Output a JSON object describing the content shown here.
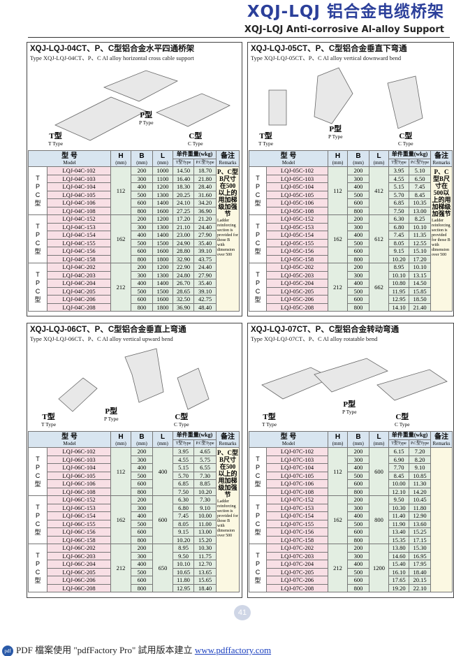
{
  "header": {
    "title_cn": "XQJ-LQJ 铝合金电缆桥架",
    "title_en": "XQJ-LQJ Anti-corrosive Al-alloy Support"
  },
  "table_header": {
    "model_cn": "型 号",
    "model_en": "Model",
    "h": "H",
    "b": "B",
    "l": "L",
    "mm": "(mm)",
    "weight": "单件重量(wkg)",
    "t_type": "T型Type",
    "pc_type": "P.C型Type",
    "remarks_cn": "备注",
    "remarks_en": "Remarks"
  },
  "type_letters": [
    "T",
    "P",
    "C",
    "型"
  ],
  "labels": {
    "p_cn": "P型",
    "p_en": "P Type",
    "t_cn": "T型",
    "t_en": "T Type",
    "c_cn": "C型",
    "c_en": "C Type"
  },
  "remarks": {
    "cn": "P、C型B尺寸在500以上的用加梯级加强节",
    "en": "Ladder reinforcing section is provided for those B with dimension over 500"
  },
  "panels": [
    {
      "title": "XQJ-LQJ-04CT、P、C型铝合金水平四通桥架",
      "subtitle": "Type XQJ-LQJ-04CT、P、C Al alloy horizontal cross cable support",
      "has_remarks": true,
      "groups": [
        {
          "H": "112",
          "rows": [
            [
              "LQJ-04C-102",
              "200",
              "1000",
              "14.50",
              "18.70"
            ],
            [
              "LQJ-04C-103",
              "300",
              "1100",
              "16.40",
              "21.80"
            ],
            [
              "LQJ-04C-104",
              "400",
              "1200",
              "18.30",
              "28.40"
            ],
            [
              "LQJ-04C-105",
              "500",
              "1300",
              "20.25",
              "31.60"
            ],
            [
              "LQJ-04C-106",
              "600",
              "1400",
              "24.10",
              "34.20"
            ],
            [
              "LQJ-04C-108",
              "800",
              "1600",
              "27.25",
              "36.90"
            ]
          ]
        },
        {
          "H": "162",
          "rows": [
            [
              "LQJ-04C-152",
              "200",
              "1200",
              "17.20",
              "21.20"
            ],
            [
              "LQJ-04C-153",
              "300",
              "1300",
              "21.10",
              "24.40"
            ],
            [
              "LQJ-04C-154",
              "400",
              "1400",
              "23.00",
              "27.90"
            ],
            [
              "LQJ-04C-155",
              "500",
              "1500",
              "24.90",
              "35.40"
            ],
            [
              "LQJ-04C-156",
              "600",
              "1600",
              "28.80",
              "39.10"
            ],
            [
              "LQJ-04C-158",
              "800",
              "1800",
              "32.90",
              "43.75"
            ]
          ]
        },
        {
          "H": "212",
          "rows": [
            [
              "LQJ-04C-202",
              "200",
              "1200",
              "22.90",
              "24.40"
            ],
            [
              "LQJ-04C-203",
              "300",
              "1300",
              "24.80",
              "27.90"
            ],
            [
              "LQJ-04C-204",
              "400",
              "1400",
              "26.70",
              "35.40"
            ],
            [
              "LQJ-04C-205",
              "500",
              "1500",
              "28.65",
              "39.10"
            ],
            [
              "LQJ-04C-206",
              "600",
              "1600",
              "32.50",
              "42.75"
            ],
            [
              "LQJ-04C-208",
              "800",
              "1800",
              "36.90",
              "48.40"
            ]
          ]
        }
      ]
    },
    {
      "title": "XQJ-LQJ-05CT、P、C型铝合金垂直下弯通",
      "subtitle": "Type XQJ-LQJ-05CT、P、C Al alloy vertical downward bend",
      "has_remarks": true,
      "groups": [
        {
          "H": "112",
          "L": "412",
          "rows": [
            [
              "LQJ-05C-102",
              "200",
              "3.95",
              "5.10"
            ],
            [
              "LQJ-05C-103",
              "300",
              "4.55",
              "6.50"
            ],
            [
              "LQJ-05C-104",
              "400",
              "5.15",
              "7.45"
            ],
            [
              "LQJ-05C-105",
              "500",
              "5.70",
              "8.45"
            ],
            [
              "LQJ-05C-106",
              "600",
              "6.85",
              "10.35"
            ],
            [
              "LQJ-05C-108",
              "800",
              "7.50",
              "13.00"
            ]
          ]
        },
        {
          "H": "162",
          "L": "612",
          "rows": [
            [
              "LQJ-05C-152",
              "200",
              "6.30",
              "8.25"
            ],
            [
              "LQJ-05C-153",
              "300",
              "6.80",
              "10.10"
            ],
            [
              "LQJ-05C-154",
              "400",
              "7.45",
              "11.35"
            ],
            [
              "LQJ-05C-155",
              "500",
              "8.05",
              "12.55"
            ],
            [
              "LQJ-05C-156",
              "600",
              "9.15",
              "15.10"
            ],
            [
              "LQJ-05C-158",
              "800",
              "10.20",
              "17.20"
            ]
          ]
        },
        {
          "H": "212",
          "L": "662",
          "rows": [
            [
              "LQJ-05C-202",
              "200",
              "8.95",
              "10.10"
            ],
            [
              "LQJ-05C-203",
              "300",
              "10.10",
              "13.15"
            ],
            [
              "LQJ-05C-204",
              "400",
              "10.80",
              "14.50"
            ],
            [
              "LQJ-05C-205",
              "500",
              "11.95",
              "15.85"
            ],
            [
              "LQJ-05C-206",
              "600",
              "12.95",
              "18.50"
            ],
            [
              "LQJ-05C-208",
              "800",
              "14.10",
              "21.40"
            ]
          ]
        }
      ]
    },
    {
      "title": "XQJ-LQJ-06CT、P、C型铝合金垂直上弯通",
      "subtitle": "Type XQJ-LQJ-06CT、P、C Al alloy vertical upward bend",
      "has_remarks": true,
      "groups": [
        {
          "H": "112",
          "L": "400",
          "rows": [
            [
              "LQJ-06C-102",
              "200",
              "3.95",
              "4.65"
            ],
            [
              "LQJ-06C-103",
              "300",
              "4.55",
              "5.75"
            ],
            [
              "LQJ-06C-104",
              "400",
              "5.15",
              "6.55"
            ],
            [
              "LQJ-06C-105",
              "500",
              "5.70",
              "7.30"
            ],
            [
              "LQJ-06C-106",
              "600",
              "6.85",
              "8.85"
            ],
            [
              "LQJ-06C-108",
              "800",
              "7.50",
              "10.20"
            ]
          ]
        },
        {
          "H": "162",
          "L": "600",
          "rows": [
            [
              "LQJ-06C-152",
              "200",
              "6.30",
              "7.30"
            ],
            [
              "LQJ-06C-153",
              "300",
              "6.80",
              "9.10"
            ],
            [
              "LQJ-06C-154",
              "400",
              "7.45",
              "10.00"
            ],
            [
              "LQJ-06C-155",
              "500",
              "8.05",
              "11.00"
            ],
            [
              "LQJ-06C-156",
              "600",
              "9.15",
              "13.00"
            ],
            [
              "LQJ-06C-158",
              "800",
              "10.20",
              "15.20"
            ]
          ]
        },
        {
          "H": "212",
          "L": "650",
          "rows": [
            [
              "LQJ-06C-202",
              "200",
              "8.95",
              "10.30"
            ],
            [
              "LQJ-06C-203",
              "300",
              "9.50",
              "11.75"
            ],
            [
              "LQJ-06C-204",
              "400",
              "10.10",
              "12.70"
            ],
            [
              "LQJ-06C-205",
              "500",
              "10.65",
              "13.65"
            ],
            [
              "LQJ-06C-206",
              "600",
              "11.80",
              "15.65"
            ],
            [
              "LQJ-06C-208",
              "800",
              "12.95",
              "18.40"
            ]
          ]
        }
      ]
    },
    {
      "title": "XQJ-LQJ-07CT、P、C型铝合金转动弯通",
      "subtitle": "Type XQJ-LQJ-07CT、P、C Al alloy rotatable bend",
      "has_remarks": false,
      "groups": [
        {
          "H": "112",
          "L": "600",
          "rows": [
            [
              "LQJ-07C-102",
              "200",
              "6.15",
              "7.20"
            ],
            [
              "LQJ-07C-103",
              "300",
              "6.90",
              "8.20"
            ],
            [
              "LQJ-07C-104",
              "400",
              "7.70",
              "9.10"
            ],
            [
              "LQJ-07C-105",
              "500",
              "8.45",
              "10.85"
            ],
            [
              "LQJ-07C-106",
              "600",
              "10.00",
              "11.30"
            ],
            [
              "LQJ-07C-108",
              "800",
              "12.10",
              "14.20"
            ]
          ]
        },
        {
          "H": "162",
          "L": "800",
          "rows": [
            [
              "LQJ-07C-152",
              "200",
              "9.50",
              "10.45"
            ],
            [
              "LQJ-07C-153",
              "300",
              "10.30",
              "11.80"
            ],
            [
              "LQJ-07C-154",
              "400",
              "11.40",
              "12.90"
            ],
            [
              "LQJ-07C-155",
              "500",
              "11.90",
              "13.60"
            ],
            [
              "LQJ-07C-156",
              "600",
              "13.40",
              "15.25"
            ],
            [
              "LQJ-07C-158",
              "800",
              "15.35",
              "17.15"
            ]
          ]
        },
        {
          "H": "212",
          "L": "1200",
          "rows": [
            [
              "LQJ-07C-202",
              "200",
              "13.80",
              "15.30"
            ],
            [
              "LQJ-07C-203",
              "300",
              "14.60",
              "16.95"
            ],
            [
              "LQJ-07C-204",
              "400",
              "15.40",
              "17.95"
            ],
            [
              "LQJ-07C-205",
              "500",
              "16.10",
              "18.40"
            ],
            [
              "LQJ-07C-206",
              "600",
              "17.65",
              "20.15"
            ],
            [
              "LQJ-07C-208",
              "800",
              "19.20",
              "22.10"
            ]
          ]
        }
      ]
    }
  ],
  "page_number": "41",
  "footer": {
    "text": "PDF 檔案使用 \"pdfFactory Pro\" 試用版本建立 ",
    "link": "www.pdffactory.com",
    "icon": "pdf"
  }
}
